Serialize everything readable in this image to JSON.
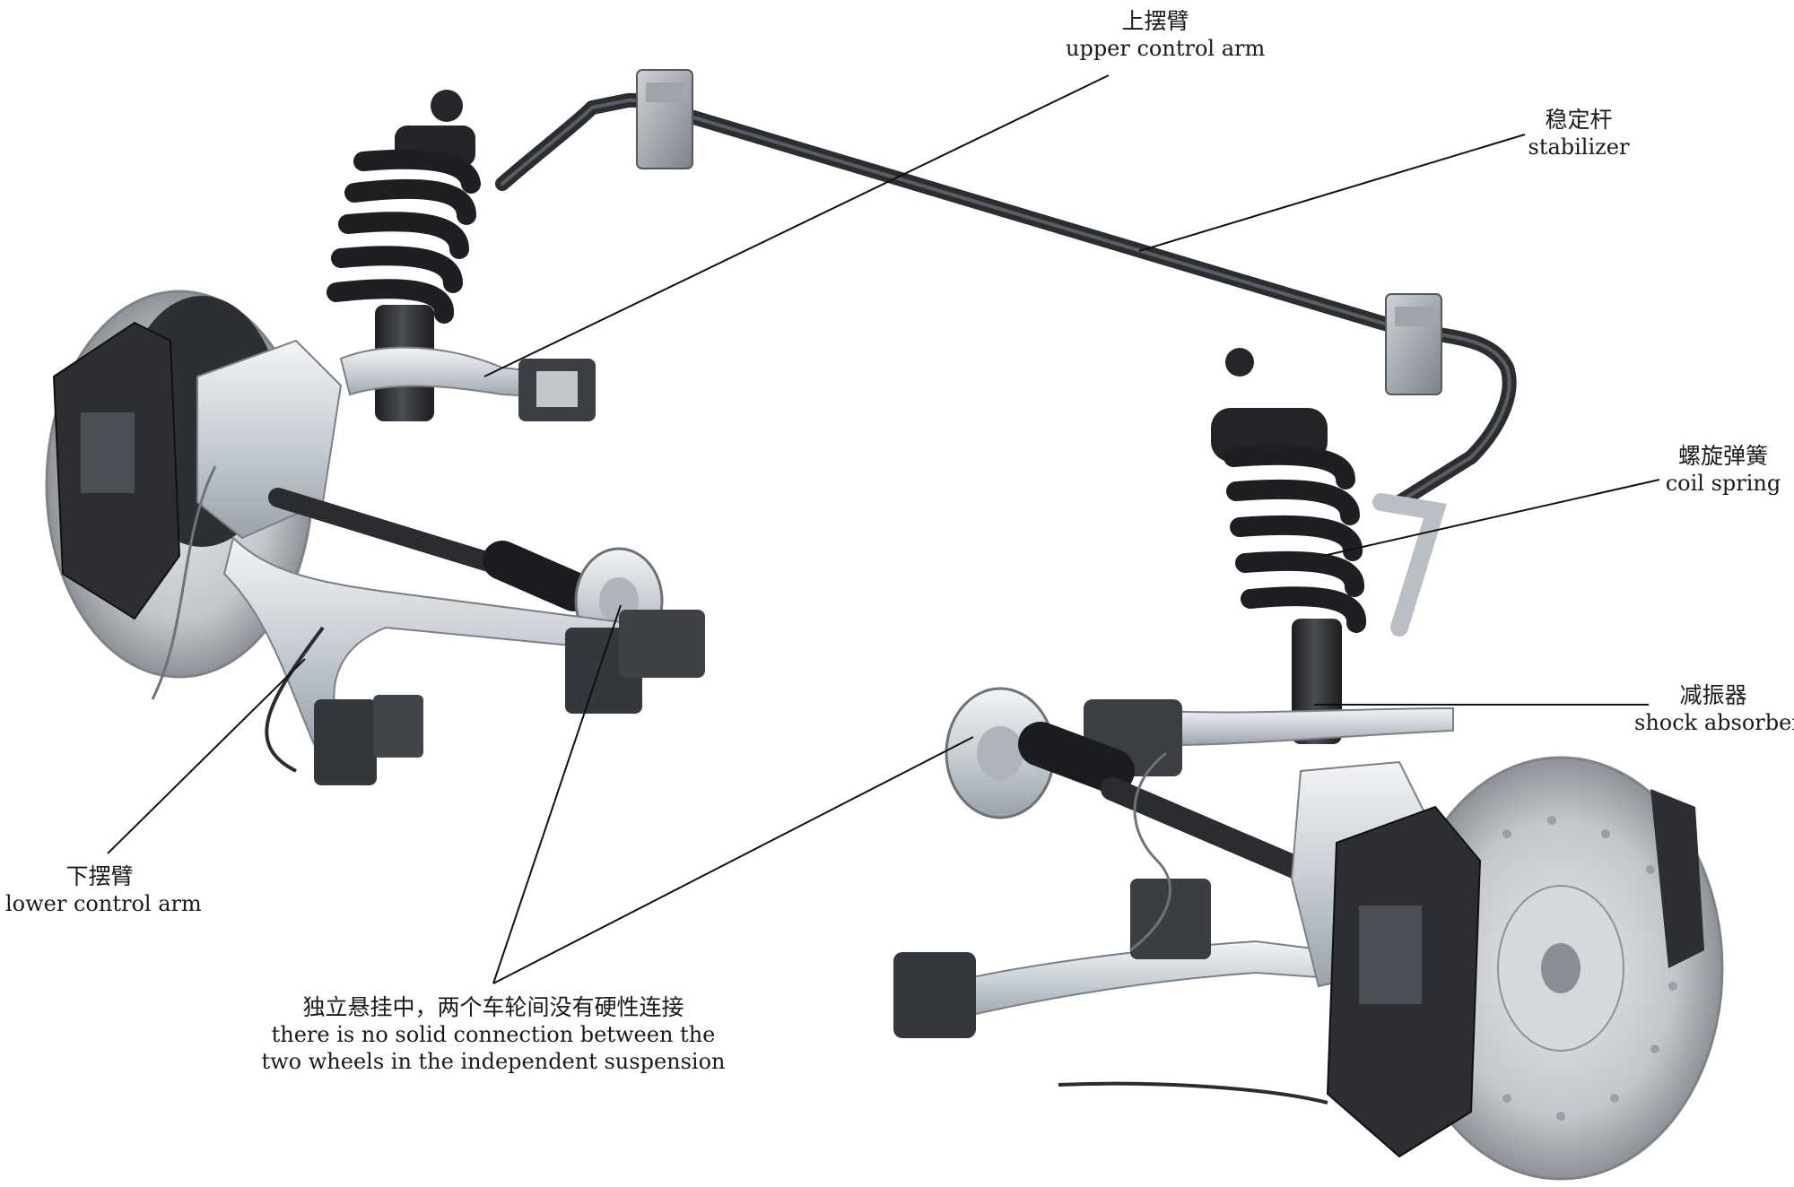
{
  "labels": {
    "upper_control_arm": {
      "zh": "上摆臂",
      "en": "upper control arm"
    },
    "stabilizer": {
      "zh": "稳定杆",
      "en": "stabilizer"
    },
    "coil_spring": {
      "zh": "螺旋弹簧",
      "en": "coil spring"
    },
    "shock_absorber": {
      "zh": "减振器",
      "en": "shock absorber"
    },
    "lower_control_arm": {
      "zh": "下摆臂",
      "en": "lower control arm"
    },
    "note": {
      "zh": "独立悬挂中，两个车轮间没有硬性连接",
      "en_line1": "there is no solid connection between the",
      "en_line2": "two wheels in the independent suspension"
    }
  },
  "colors": {
    "background": "#ffffff",
    "leader_line": "#111111",
    "metal_dark": "#2a2c30",
    "metal_light": "#d8dde2",
    "rotor": "#c9ccd0"
  }
}
